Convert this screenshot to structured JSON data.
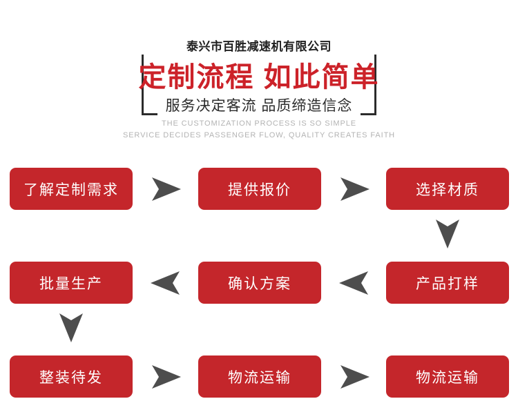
{
  "header": {
    "company_name": "泰兴市百胜减速机有限公司",
    "main_title": "定制流程 如此简单",
    "sub_title_cn": "服务决定客流 品质缔造信念",
    "english_line_1": "THE CUSTOMIZATION PROCESS IS SO SIMPLE",
    "english_line_2": "SERVICE DECIDES PASSENGER FLOW, QUALITY CREATES FAITH",
    "accent_color": "#cc2229",
    "frame_color": "#2b2b2b",
    "english_color": "#b3b3b3"
  },
  "flow": {
    "box_color": "#c4262b",
    "box_text_color": "#ffffff",
    "arrow_color": "#4d4d4d",
    "steps": [
      {
        "label": "了解定制需求",
        "row": 1,
        "col": 1
      },
      {
        "label": "提供报价",
        "row": 1,
        "col": 2
      },
      {
        "label": "选择材质",
        "row": 1,
        "col": 3
      },
      {
        "label": "批量生产",
        "row": 2,
        "col": 1
      },
      {
        "label": "确认方案",
        "row": 2,
        "col": 2
      },
      {
        "label": "产品打样",
        "row": 2,
        "col": 3
      },
      {
        "label": "整装待发",
        "row": 3,
        "col": 1
      },
      {
        "label": "物流运输",
        "row": 3,
        "col": 2
      },
      {
        "label": "物流运输",
        "row": 3,
        "col": 3
      }
    ],
    "arrows": [
      {
        "name": "arrow-right-r1c1-to-r1c2",
        "direction": "right"
      },
      {
        "name": "arrow-right-r1c2-to-r1c3",
        "direction": "right"
      },
      {
        "name": "arrow-down-r1c3-to-r2c3",
        "direction": "down"
      },
      {
        "name": "arrow-left-r2c3-to-r2c2",
        "direction": "left"
      },
      {
        "name": "arrow-left-r2c2-to-r2c1",
        "direction": "left"
      },
      {
        "name": "arrow-down-r2c1-to-r3c1",
        "direction": "down"
      },
      {
        "name": "arrow-right-r3c1-to-r3c2",
        "direction": "right"
      },
      {
        "name": "arrow-right-r3c2-to-r3c3",
        "direction": "right"
      }
    ]
  }
}
